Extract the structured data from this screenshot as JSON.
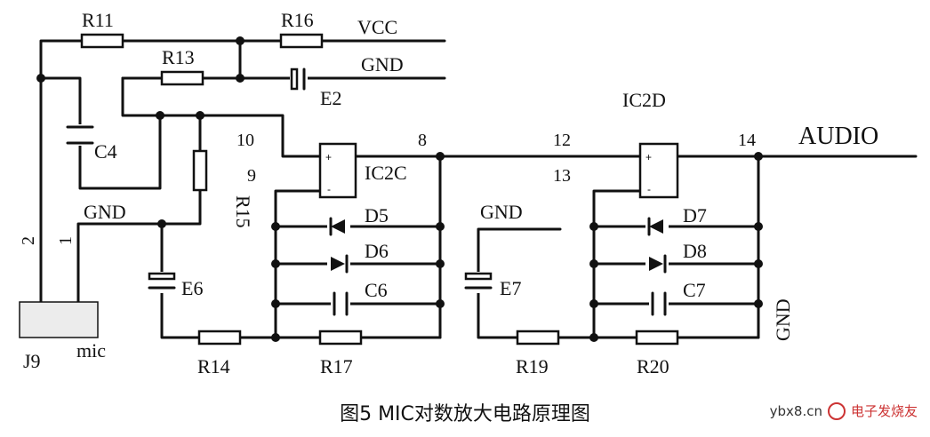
{
  "caption": "图5 MIC对数放大电路原理图",
  "watermark": {
    "site": "ybx8.cn",
    "brand": "电子发烧友"
  },
  "labels": {
    "R11": "R11",
    "R16": "R16",
    "R13": "R13",
    "R15": "R15",
    "R14": "R14",
    "R17": "R17",
    "R19": "R19",
    "R20": "R20",
    "C4": "C4",
    "C6": "C6",
    "C7": "C7",
    "E2": "E2",
    "E6": "E6",
    "E7": "E7",
    "D5": "D5",
    "D6": "D6",
    "D7": "D7",
    "D8": "D8",
    "IC2C": "IC2C",
    "IC2D": "IC2D",
    "J9": "J9",
    "mic": "mic",
    "VCC": "VCC",
    "GND_top": "GND",
    "GND_left": "GND",
    "GND_mid": "GND",
    "GND_right": "GND",
    "AUDIO": "AUDIO",
    "pin2": "2",
    "pin1": "1",
    "pin10": "10",
    "pin9": "9",
    "pin8": "8",
    "pin12": "12",
    "pin13": "13",
    "pin14": "14",
    "plus": "+",
    "minus": "-"
  }
}
